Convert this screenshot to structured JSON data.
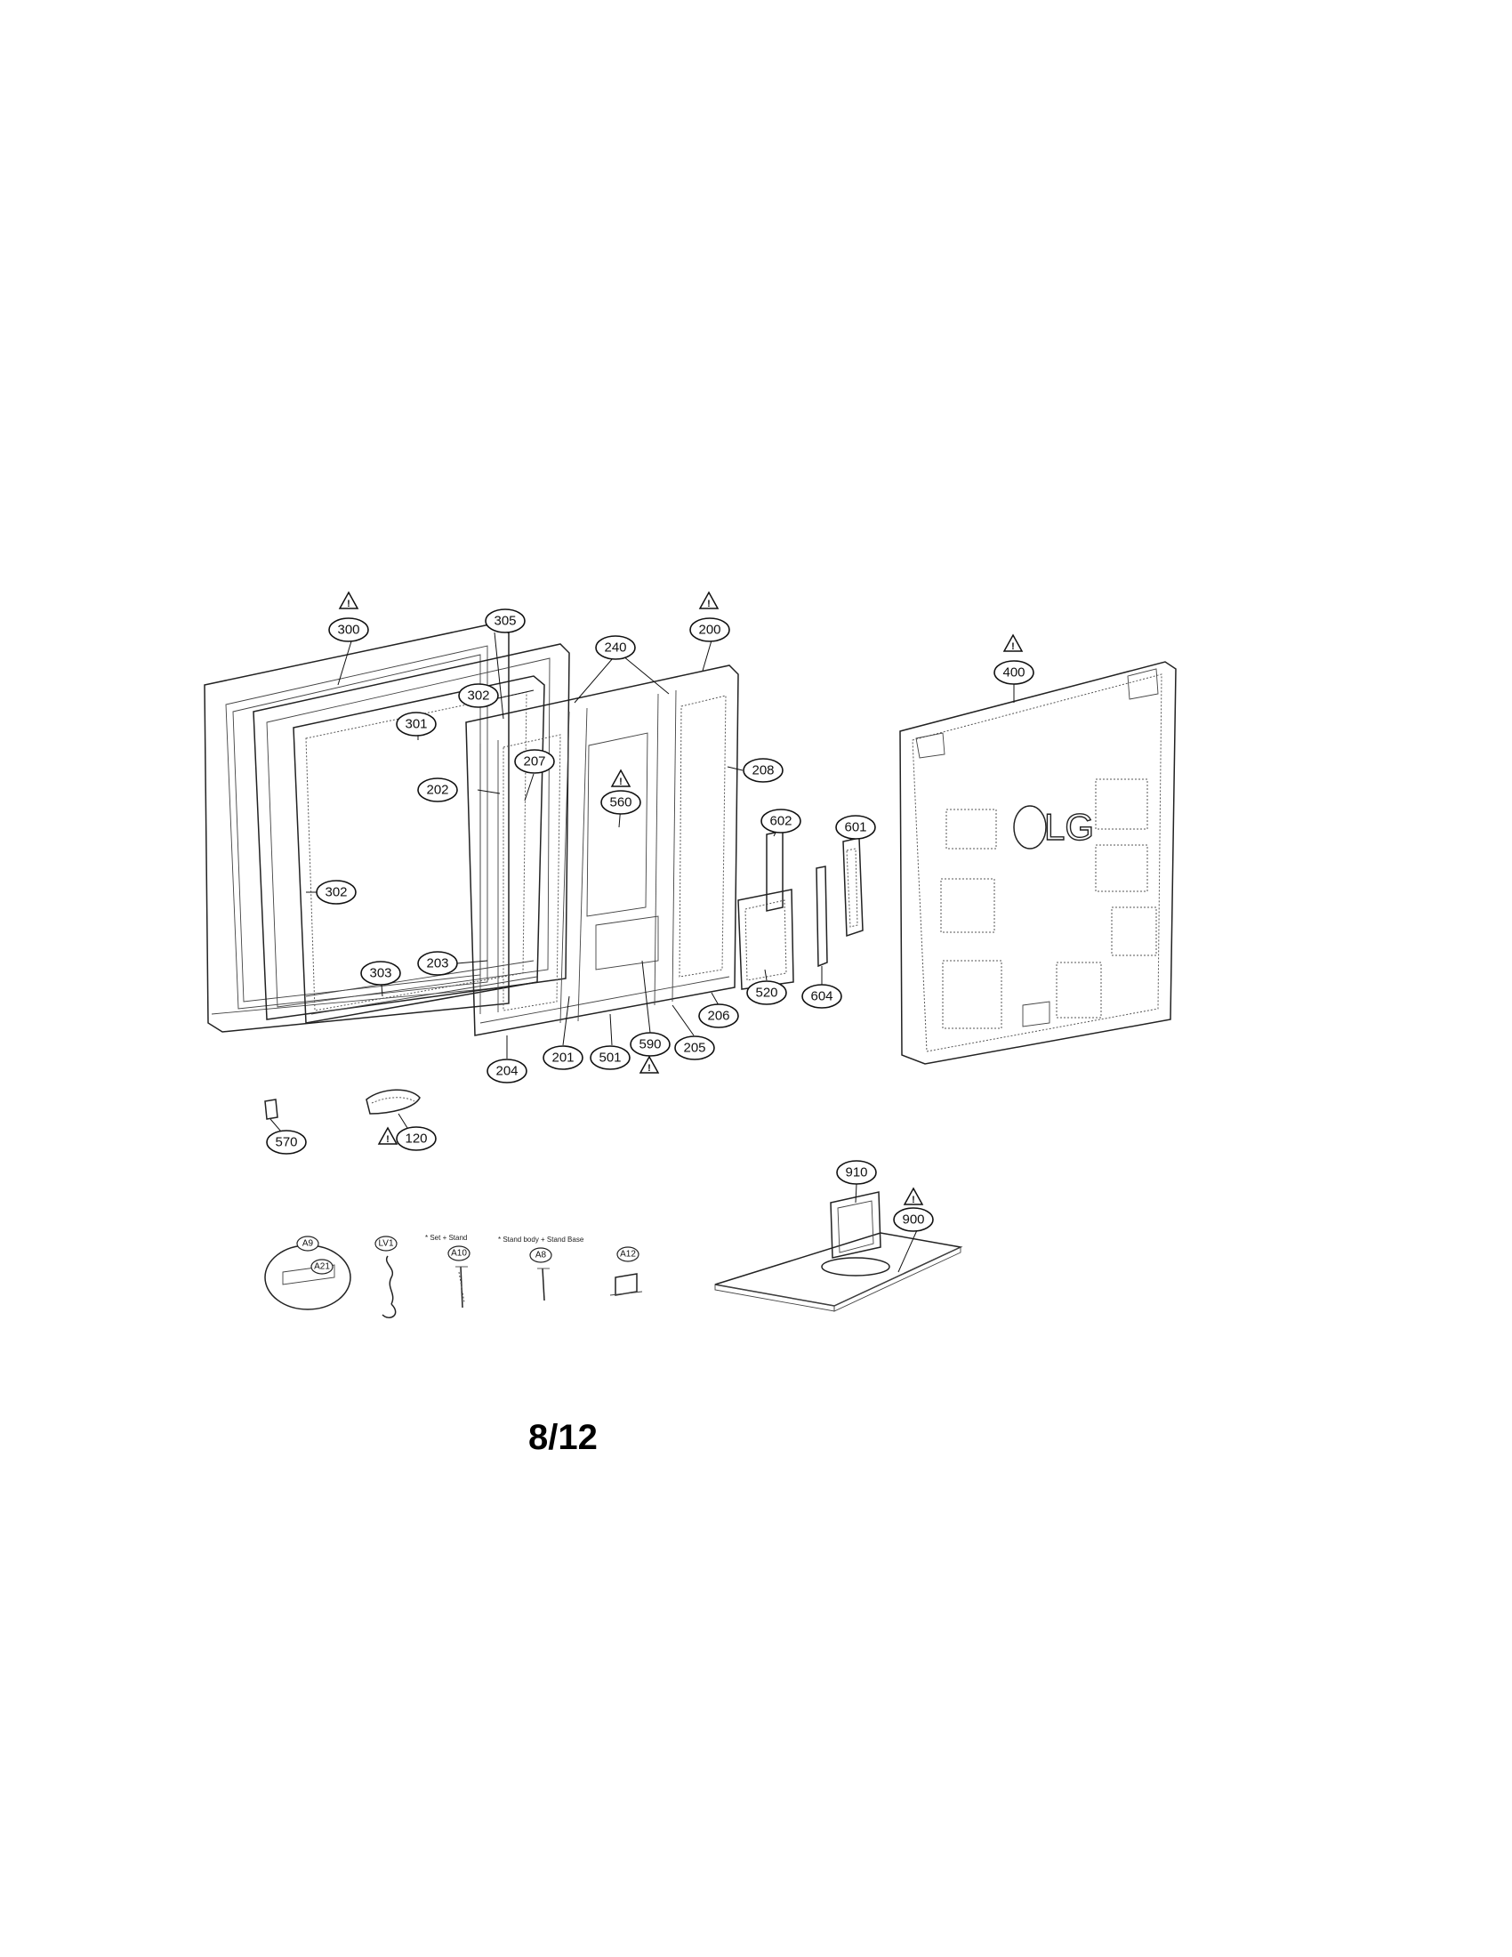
{
  "page_number": "8/12",
  "warning_symbol": "!",
  "brand_logo_text": "LG",
  "parts": {
    "p300": "300",
    "p305": "305",
    "p240": "240",
    "p200": "200",
    "p302a": "302",
    "p301": "301",
    "p207": "207",
    "p208": "208",
    "p202": "202",
    "p560": "560",
    "p602": "602",
    "p601": "601",
    "p302b": "302",
    "p203": "203",
    "p303": "303",
    "p520": "520",
    "p604": "604",
    "p206": "206",
    "p204": "204",
    "p201": "201",
    "p501": "501",
    "p590": "590",
    "p205": "205",
    "p400": "400",
    "p570": "570",
    "p120": "120",
    "p910": "910",
    "p900": "900"
  },
  "accessories": {
    "a9": "A9",
    "a21": "A21",
    "lv1": "LV1",
    "a10": "A10",
    "a8": "A8",
    "a12": "A12",
    "caption_set_stand": "* Set + Stand",
    "caption_stand_body": "* Stand body + Stand Base"
  }
}
